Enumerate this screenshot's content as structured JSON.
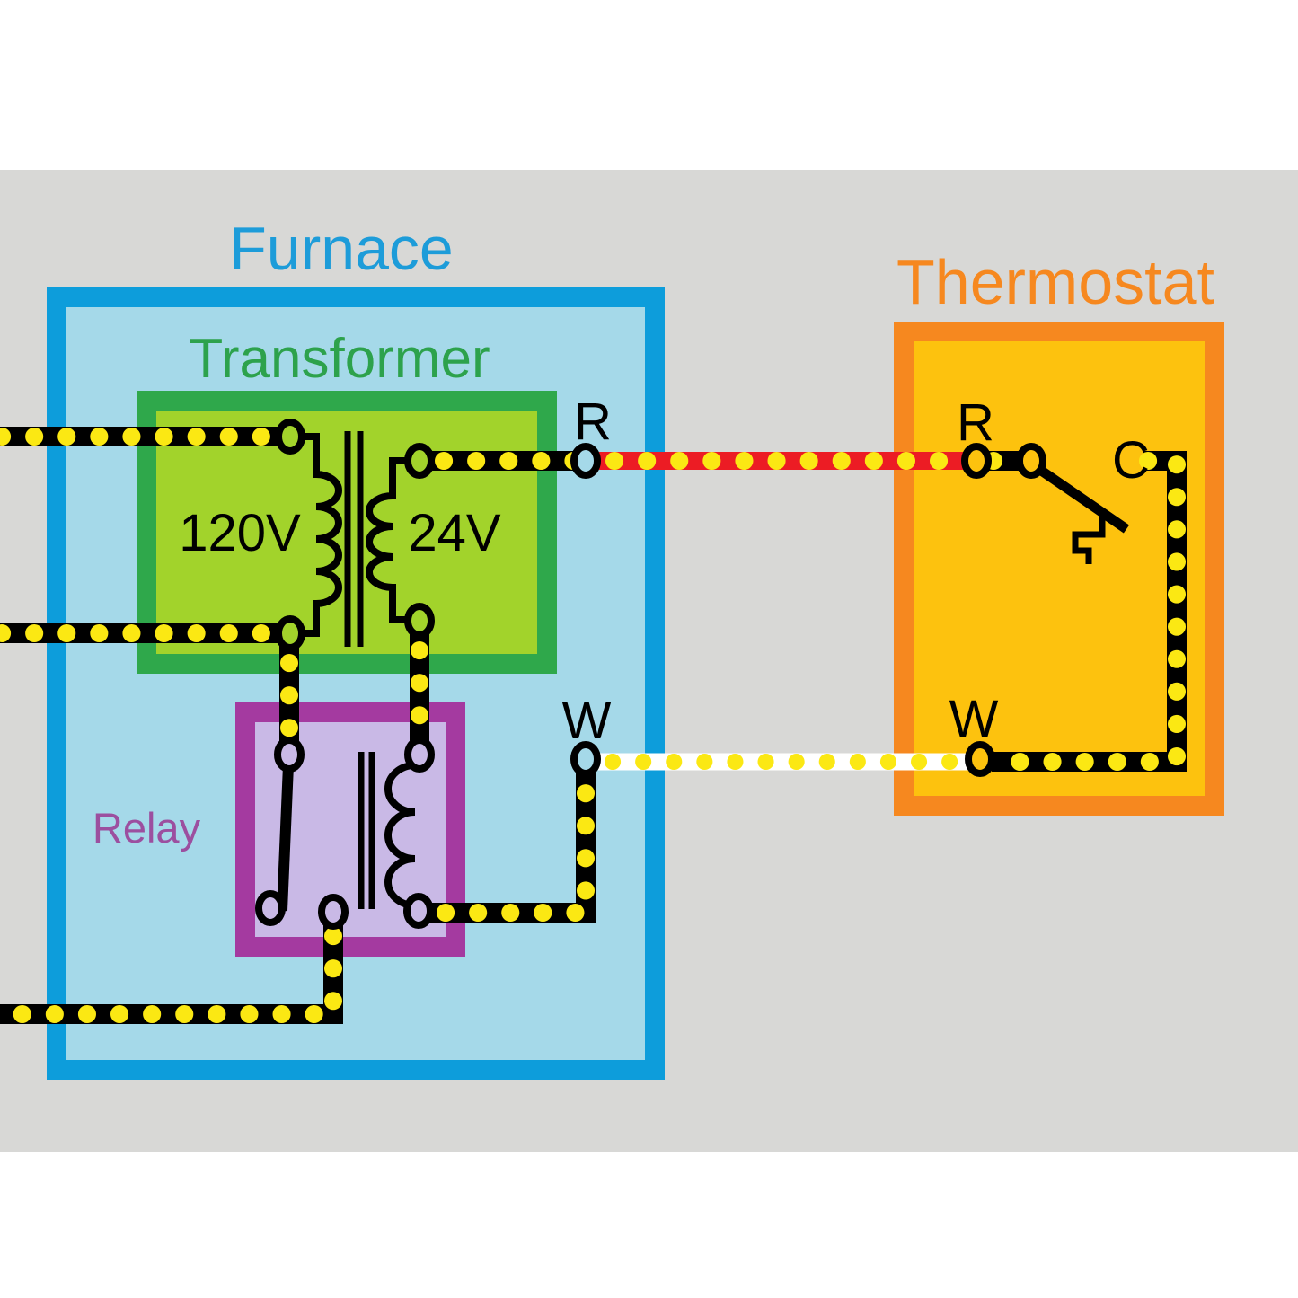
{
  "furnace": {
    "label": "Furnace",
    "terminal_r": "R",
    "terminal_w": "W"
  },
  "transformer": {
    "label": "Transformer",
    "primary_voltage": "120V",
    "secondary_voltage": "24V"
  },
  "relay": {
    "label": "Relay"
  },
  "thermostat": {
    "label": "Thermostat",
    "terminal_r": "R",
    "terminal_c": "C",
    "terminal_w": "W"
  },
  "colors": {
    "background": "#ffffff",
    "canvas-gray": "#d8d8d6",
    "furnace-blue": "#0d9ddb",
    "furnace-fill": "#a5d9e9",
    "furnace-text": "#1d9cd9",
    "transformer-green": "#2fa84b",
    "transformer-fill": "#a2d32b",
    "transformer-text": "#2da24c",
    "relay-purple": "#a43aa0",
    "relay-fill": "#c9b9e6",
    "relay-text": "#9c4f9f",
    "thermostat-orange": "#f6881f",
    "thermostat-fill": "#fdc20e",
    "thermostat-text": "#f6881f",
    "wire-black": "#000000",
    "wire-red": "#ec1c24",
    "wire-white": "#ffffff",
    "dot-yellow": "#fbe813",
    "symbol-black": "#000000"
  }
}
